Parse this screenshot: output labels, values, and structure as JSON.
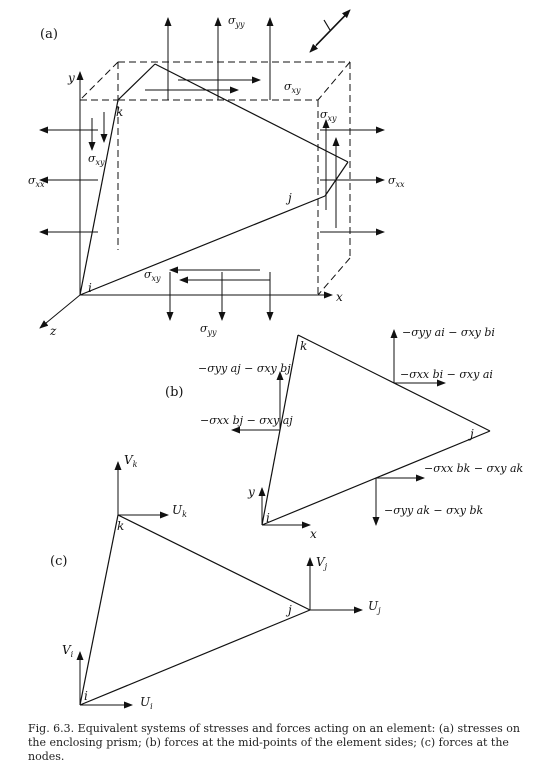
{
  "panels": {
    "a": {
      "label": "(a)",
      "axis_x": "x",
      "axis_y": "y",
      "axis_z": "z",
      "node_i": "i",
      "node_j": "j",
      "node_k": "k",
      "sigma_xx": "σ",
      "sigma_xx_sub": "xx",
      "sigma_yy": "σ",
      "sigma_yy_sub": "yy",
      "sigma_xy": "σ",
      "sigma_xy_sub": "xy"
    },
    "b": {
      "label": "(b)",
      "axis_x": "x",
      "axis_y": "y",
      "node_i": "i",
      "node_j": "j",
      "node_k": "k",
      "force_right_top": "−σyy ai − σxy bi",
      "force_right_mid": "−σxx bi − σxy ai",
      "force_left_top": "−σyy aj − σxy bj",
      "force_left_mid": "−σxx bj − σxy aj",
      "force_bottom_right": "−σxx bk − σxy ak",
      "force_bottom_low": "−σyy ak − σxy bk"
    },
    "c": {
      "label": "(c)",
      "node_i": "i",
      "node_j": "j",
      "node_k": "k",
      "U_i": "U",
      "U_i_sub": "i",
      "V_i": "V",
      "V_i_sub": "i",
      "U_j": "U",
      "U_j_sub": "j",
      "V_j": "V",
      "V_j_sub": "j",
      "U_k": "U",
      "U_k_sub": "k",
      "V_k": "V",
      "V_k_sub": "k"
    }
  },
  "caption": "Fig. 6.3.   Equivalent systems of stresses and forces acting on an element: (a) stresses on the enclosing prism; (b) forces at the mid-points of the element sides; (c) forces at the nodes."
}
